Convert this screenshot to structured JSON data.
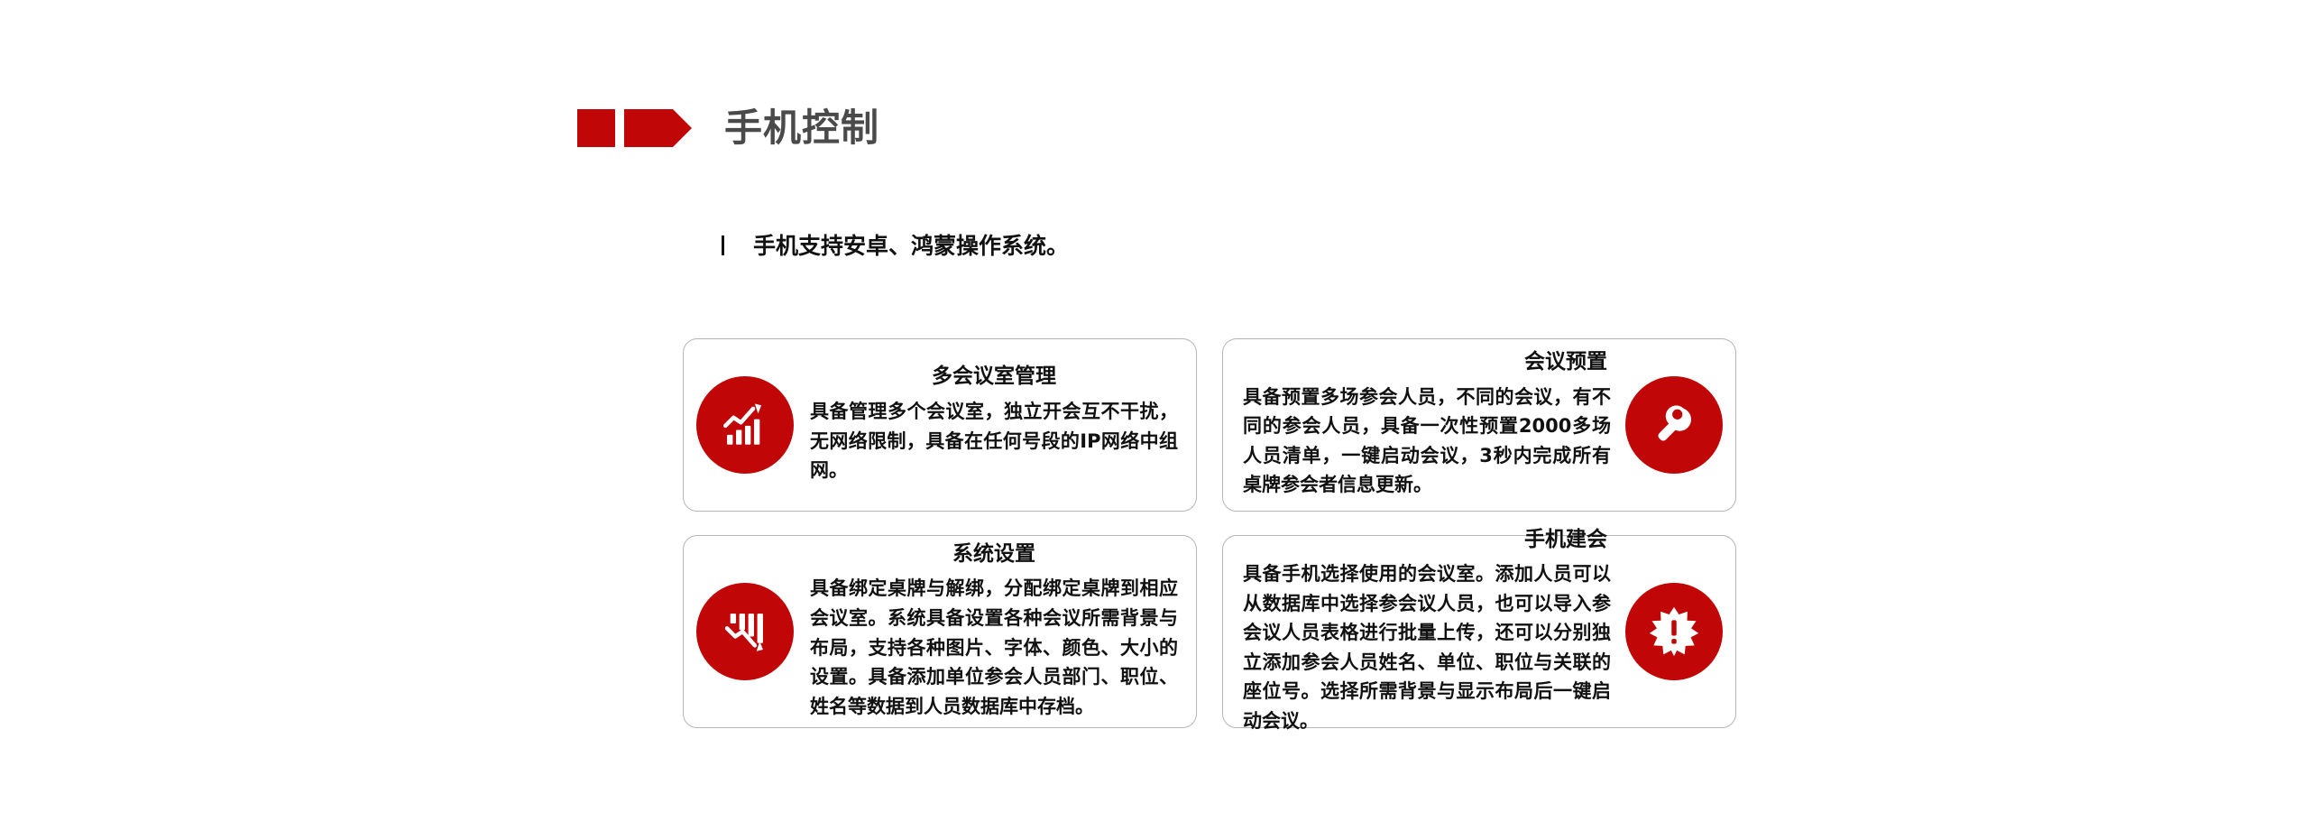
{
  "theme": {
    "brand_red": "#c00606",
    "title_gray": "#4a4a4a",
    "text_black": "#111111",
    "card_border": "#b5b5b5",
    "background": "#ffffff"
  },
  "header": {
    "title": "手机控制",
    "decoration": {
      "square_icon": "red-square-icon",
      "arrow_icon": "red-arrow-icon"
    }
  },
  "subtitle": {
    "bullet": "vertical-bar-bullet-icon",
    "text": "手机支持安卓、鸿蒙操作系统。"
  },
  "cards": [
    {
      "id": "multi-meeting-room-management",
      "title": "多会议室管理",
      "desc": "具备管理多个会议室，独立开会互不干扰，无网络限制，具备在任何号段的IP网络中组网。",
      "icon": "bar-chart-rising-arrow-icon",
      "icon_position": "left"
    },
    {
      "id": "meeting-preset",
      "title": "会议预置",
      "desc": "具备预置多场参会人员，不同的会议，有不同的参会人员，具备一次性预置2000多场人员清单，一键启动会议，3秒内完成所有桌牌参会者信息更新。",
      "icon": "key-icon",
      "icon_position": "right"
    },
    {
      "id": "system-settings",
      "title": "系统设置",
      "desc": "具备绑定桌牌与解绑，分配绑定桌牌到相应会议室。系统具备设置各种会议所需背景与布局，支持各种图片、字体、颜色、大小的设置。具备添加单位参会人员部门、职位、姓名等数据到人员数据库中存档。",
      "icon": "bar-chart-falling-arrow-icon",
      "icon_position": "left"
    },
    {
      "id": "mobile-create-meeting",
      "title": "手机建会",
      "desc": "具备手机选择使用的会议室。添加人员可以从数据库中选择参会议人员，也可以导入参会议人员表格进行批量上传，还可以分别独立添加参会人员姓名、单位、职位与关联的座位号。选择所需背景与显示布局后一键启动会议。",
      "icon": "starburst-exclamation-icon",
      "icon_position": "right"
    }
  ]
}
